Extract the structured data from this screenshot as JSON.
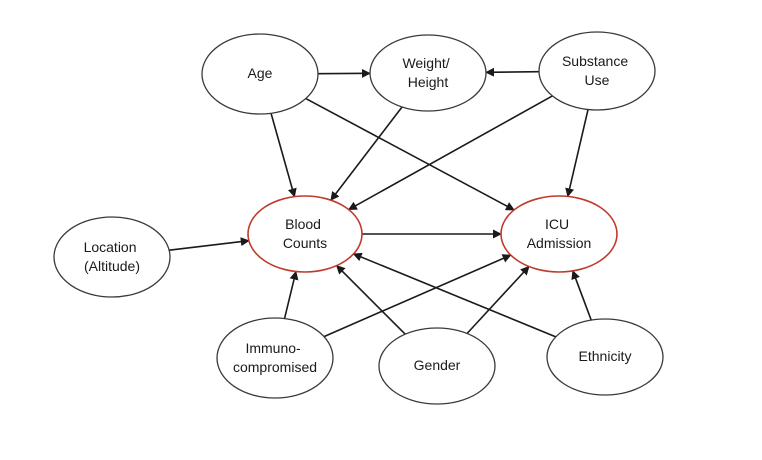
{
  "colors": {
    "node_stroke": "#3a3a3a",
    "highlight_stroke": "#c0392b",
    "edge": "#1a1a1a",
    "background": "#ffffff"
  },
  "nodes": {
    "age": {
      "lines": [
        "Age"
      ]
    },
    "weight": {
      "lines": [
        "Weight/",
        "Height"
      ]
    },
    "substance": {
      "lines": [
        "Substance",
        "Use"
      ]
    },
    "location": {
      "lines": [
        "Location",
        "(Altitude)"
      ]
    },
    "blood": {
      "lines": [
        "Blood",
        "Counts"
      ],
      "highlight": true
    },
    "icu": {
      "lines": [
        "ICU",
        "Admission"
      ],
      "highlight": true
    },
    "immuno": {
      "lines": [
        "Immuno-",
        "compromised"
      ]
    },
    "gender": {
      "lines": [
        "Gender"
      ]
    },
    "ethnicity": {
      "lines": [
        "Ethnicity"
      ]
    }
  },
  "edges": [
    {
      "from": "age",
      "to": "weight"
    },
    {
      "from": "substance",
      "to": "weight"
    },
    {
      "from": "age",
      "to": "blood"
    },
    {
      "from": "age",
      "to": "icu"
    },
    {
      "from": "weight",
      "to": "blood"
    },
    {
      "from": "substance",
      "to": "blood"
    },
    {
      "from": "substance",
      "to": "icu"
    },
    {
      "from": "location",
      "to": "blood"
    },
    {
      "from": "blood",
      "to": "icu"
    },
    {
      "from": "immuno",
      "to": "blood"
    },
    {
      "from": "immuno",
      "to": "icu"
    },
    {
      "from": "gender",
      "to": "blood"
    },
    {
      "from": "gender",
      "to": "icu"
    },
    {
      "from": "ethnicity",
      "to": "blood"
    },
    {
      "from": "ethnicity",
      "to": "icu"
    }
  ]
}
